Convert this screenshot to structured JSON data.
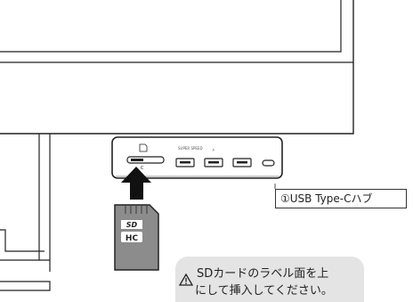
{
  "hub_callout": {
    "label": "①USB Type-Cハブ"
  },
  "hub_port_labels": {
    "power_label": "SUPER SPEED",
    "charge_label": "⚡"
  },
  "warning": {
    "icon": "warning-triangle-icon",
    "line1": "SDカードのラベル面を上",
    "line2": "にして挿入してください。"
  },
  "sd_card": {
    "logo_top": "SD",
    "logo_bottom": "HC"
  }
}
